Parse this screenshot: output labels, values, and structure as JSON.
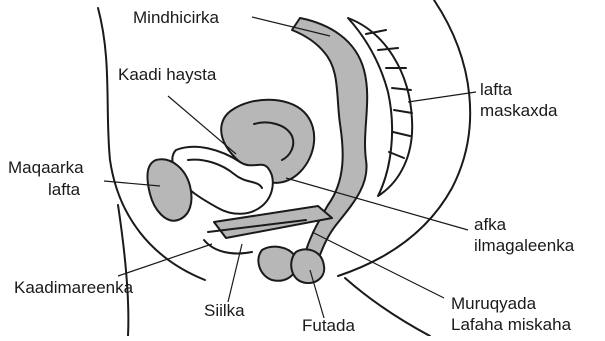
{
  "labels": {
    "rectum": "Mindhicirka",
    "uterus": "Kaadi haysta",
    "pubic_bone_1": "Maqaarka",
    "pubic_bone_2": "lafta",
    "spine_1": "lafta",
    "spine_2": "maskaxda",
    "cervix_1": "afka",
    "cervix_2": "ilmagaleenka",
    "urethra": "Kaadimareenka",
    "vagina": "Siilka",
    "anus": "Futada",
    "muscle_1": "Muruqyada",
    "muscle_2": "Lafaha miskaha"
  }
}
